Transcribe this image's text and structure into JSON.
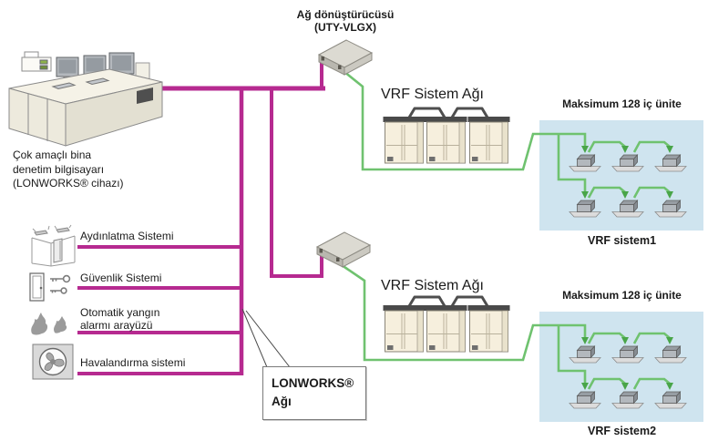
{
  "colors": {
    "lonworks_line": "#b62a90",
    "vrf_line": "#6fc26f",
    "vrf_arrow": "#49a549",
    "indoor_area_bg": "#cfe4ef",
    "outdoor_unit_body": "#f6efdd",
    "converter_gray": "#dcdad2",
    "text": "#1a1a1a"
  },
  "converter": {
    "label_line1": "Ağ dönüştürücüsü",
    "label_line2": "(UTY-VLGX)"
  },
  "computer": {
    "caption_line1": "Çok amaçlı bina",
    "caption_line2": "denetim bilgisayarı",
    "caption_line3": "(LONWORKS® cihazı)"
  },
  "building_systems": [
    {
      "label": "Aydınlatma Sistemi"
    },
    {
      "label": "Güvenlik Sistemi"
    },
    {
      "label": "Otomatik yangın",
      "label_line2": "alarmı arayüzü"
    },
    {
      "label": "Havalandırma sistemi"
    }
  ],
  "lonworks_callout": {
    "line1": "LONWORKS®",
    "line2": "Ağı"
  },
  "vrf_network": {
    "label": "VRF Sistem Ağı",
    "max_indoor_units": "Maksimum 128 iç ünite",
    "system1_label": "VRF sistem1",
    "system2_label": "VRF sistem2"
  }
}
